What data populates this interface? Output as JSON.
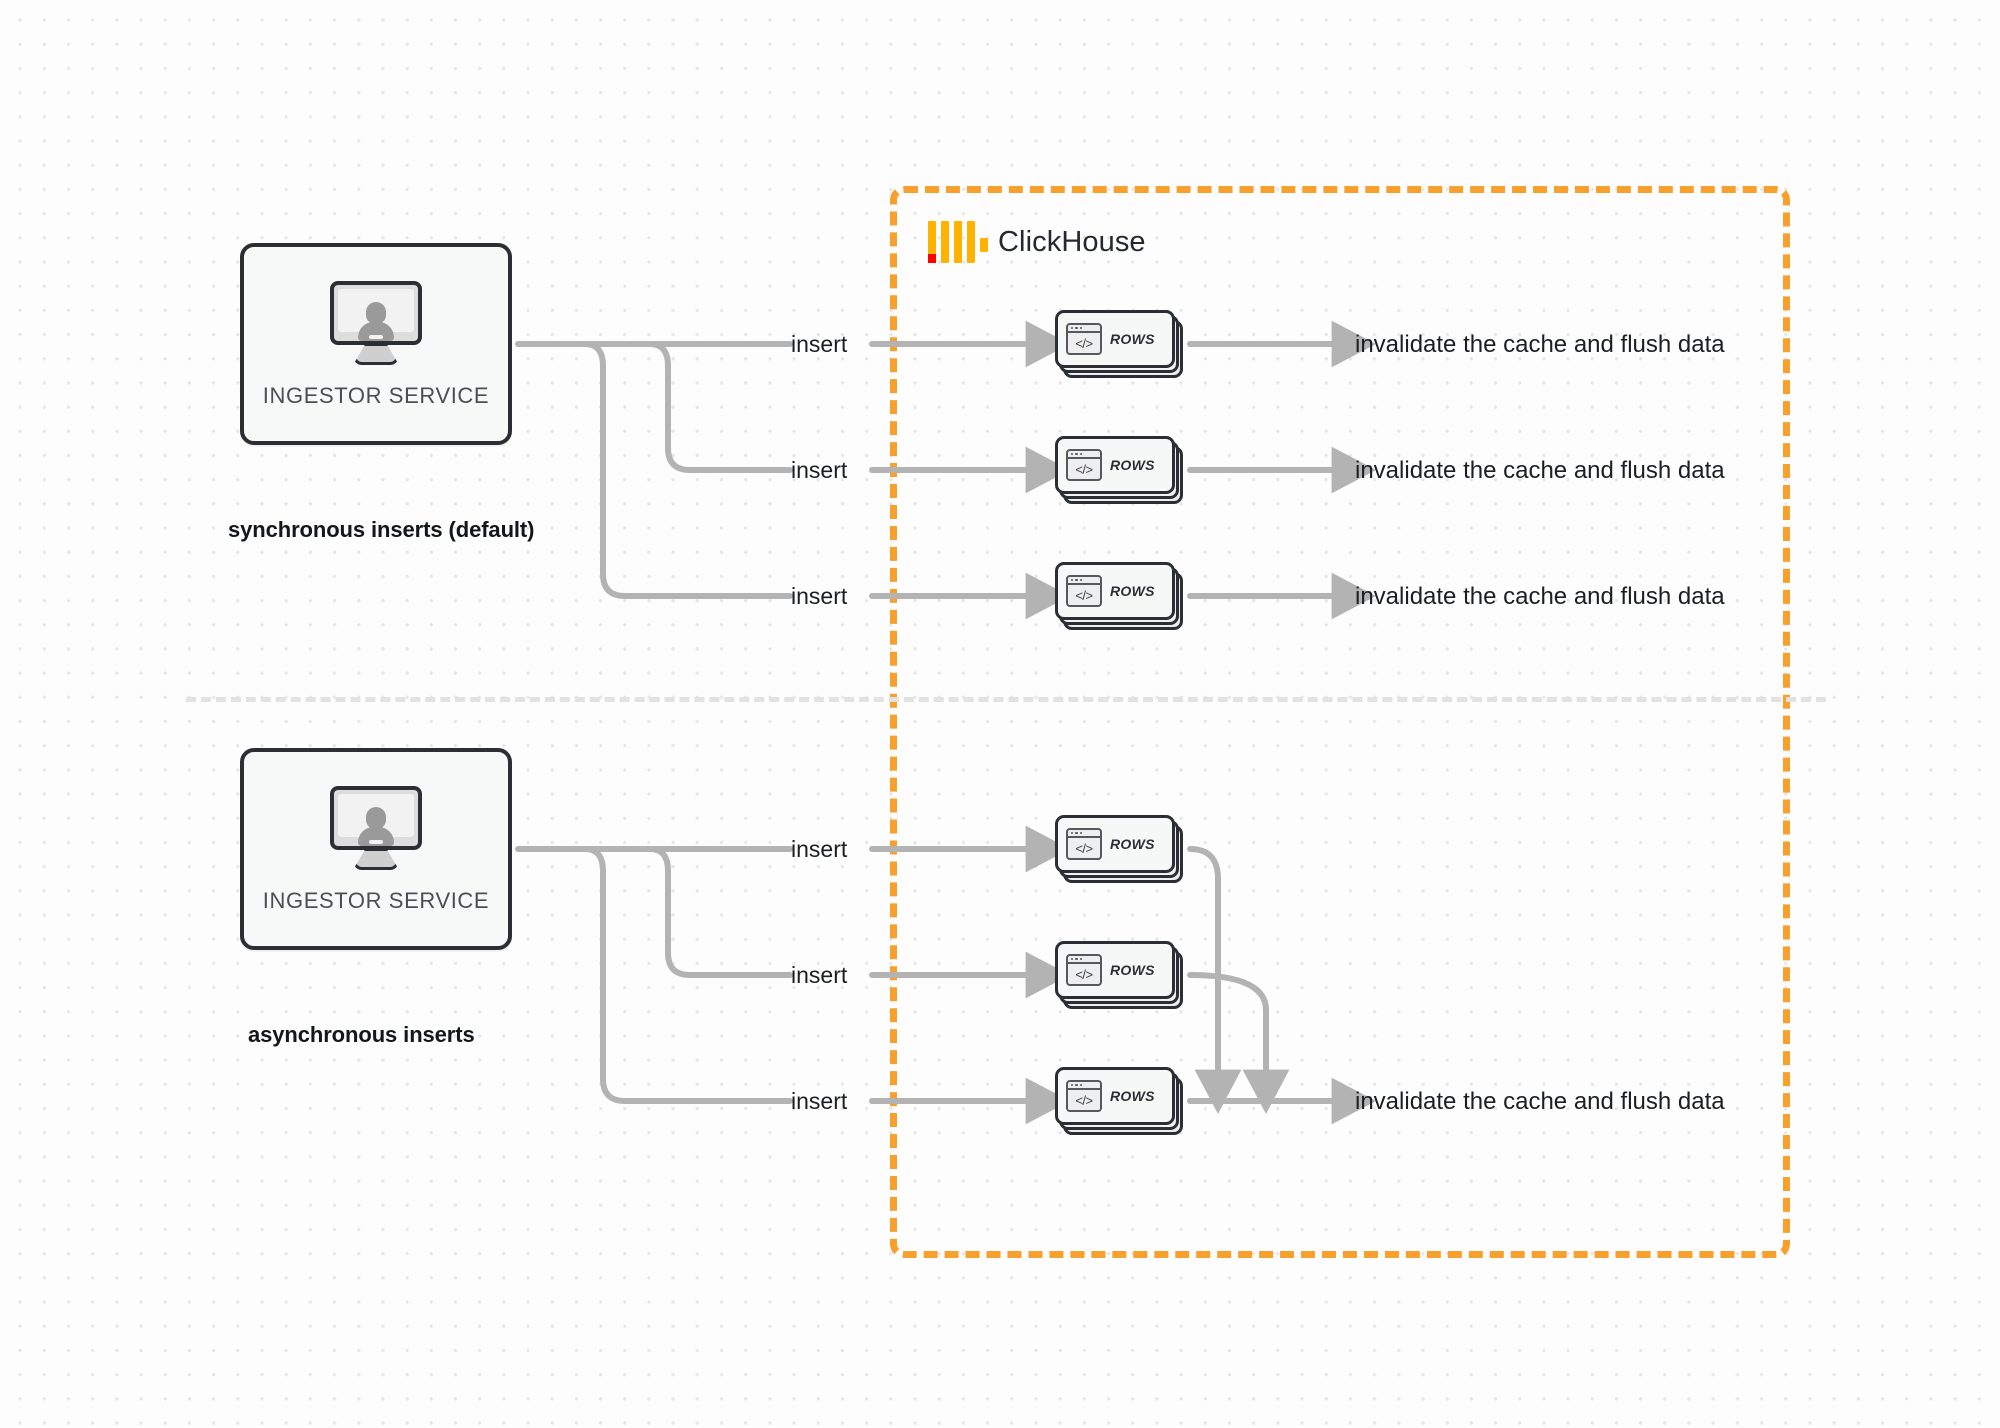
{
  "diagram": {
    "title": "ClickHouse synchronous vs asynchronous inserts",
    "colors": {
      "accent_orange": "#f8a02e",
      "logo_yellow": "#ffb300",
      "logo_red": "#ff0000",
      "wire_gray": "#b3b3b3",
      "node_outline": "#2b2f33",
      "background": "#fdfdfd",
      "grid_dot": "#e8e6e6",
      "divider_gray": "#e2e2e2"
    }
  },
  "clickhouse_region": {
    "label": "ClickHouse",
    "logo_name": "clickhouse-logo-icon",
    "border_style": "dashed"
  },
  "sections": [
    {
      "id": "synchronous",
      "caption": "synchronous inserts (default)",
      "source": {
        "label": "INGESTOR SERVICE",
        "icon": "monitor-user-icon"
      },
      "edges": [
        {
          "insert_label": "insert",
          "node_label": "ROWS",
          "result_label": "invalidate the cache and flush data"
        },
        {
          "insert_label": "insert",
          "node_label": "ROWS",
          "result_label": "invalidate the cache and flush data"
        },
        {
          "insert_label": "insert",
          "node_label": "ROWS",
          "result_label": "invalidate the cache and flush data"
        }
      ]
    },
    {
      "id": "asynchronous",
      "caption": "asynchronous inserts",
      "source": {
        "label": "INGESTOR SERVICE",
        "icon": "monitor-user-icon"
      },
      "edges": [
        {
          "insert_label": "insert",
          "node_label": "ROWS"
        },
        {
          "insert_label": "insert",
          "node_label": "ROWS"
        },
        {
          "insert_label": "insert",
          "node_label": "ROWS"
        }
      ],
      "merged_result_label": "invalidate the cache and flush data"
    }
  ],
  "code_icon_glyph": "</>"
}
